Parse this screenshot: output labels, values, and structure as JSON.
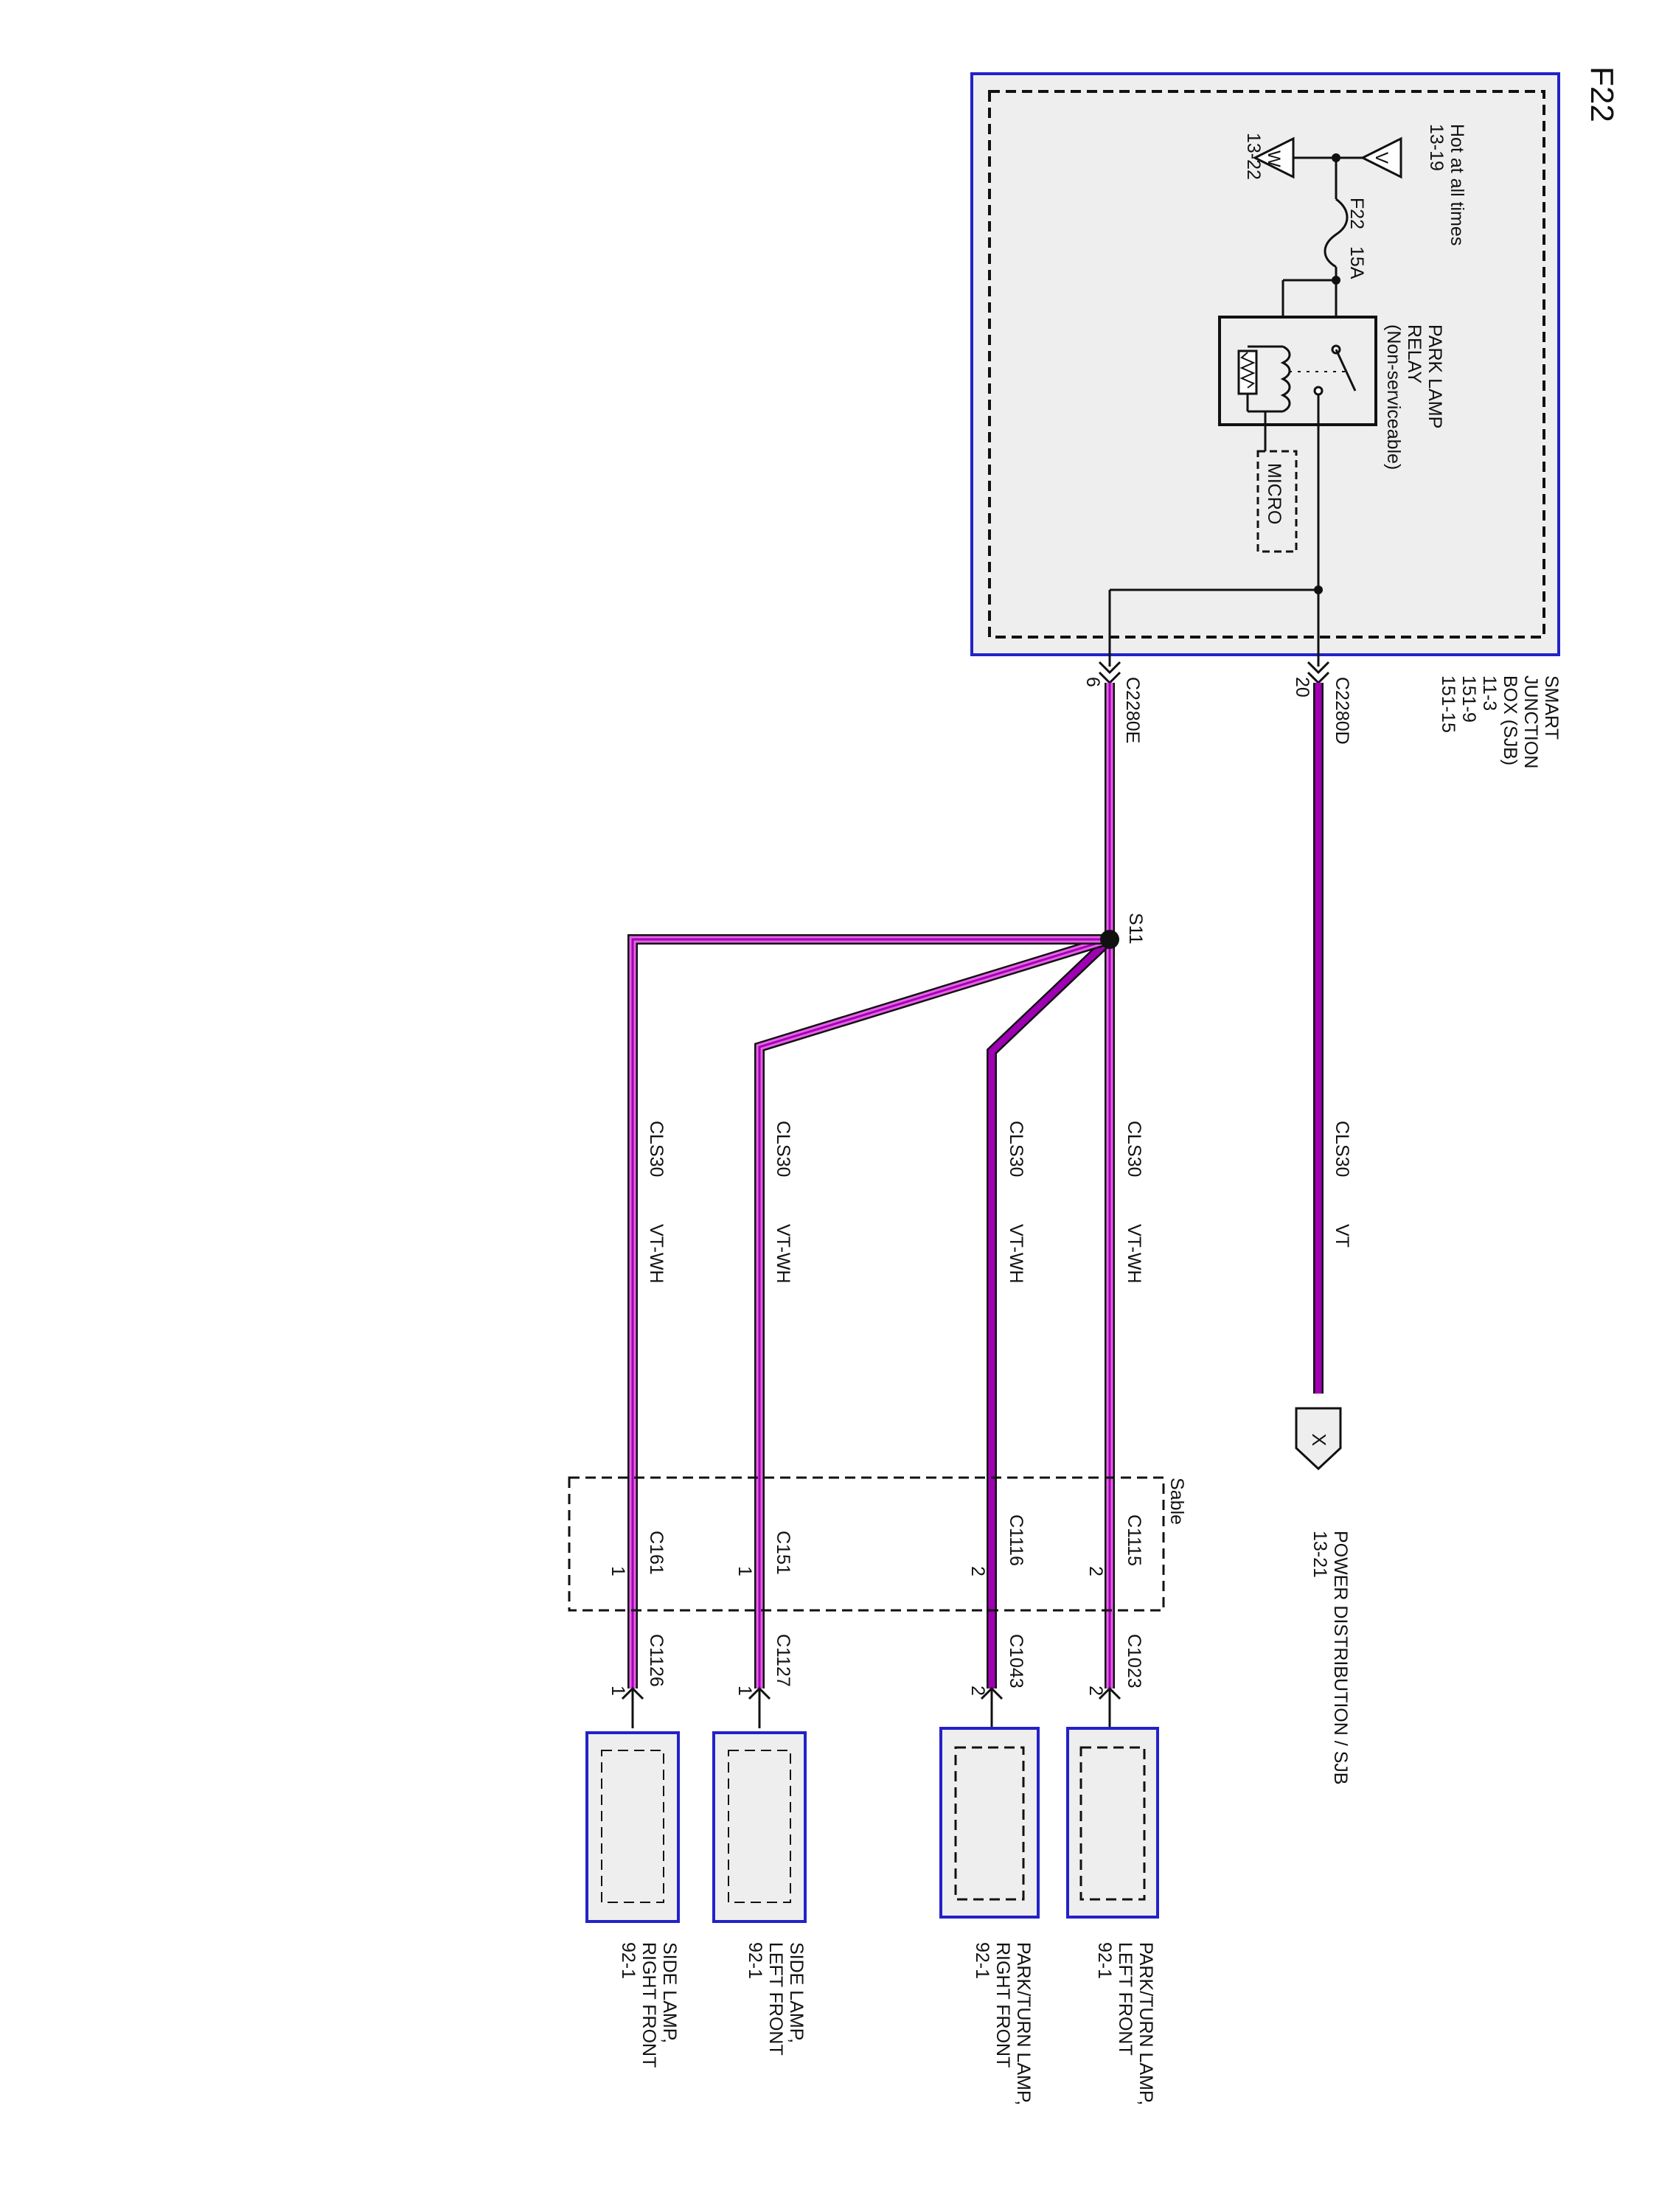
{
  "page": {
    "id": "F22"
  },
  "colors": {
    "wire_violet": "#a000b4",
    "wire_violet_white": "#e860e8",
    "component_border": "#2222c8",
    "component_fill": "#eeeeee",
    "line": "#111111"
  },
  "sjb": {
    "name_line1": "SMART",
    "name_line2": "JUNCTION",
    "name_line3": "BOX (SJB)",
    "ref1": "11-3",
    "ref2": "151-9",
    "ref3": "151-15",
    "hot_label": "Hot at all times",
    "v_ref": "13-19",
    "w_ref": "13-22",
    "v_letter": "V",
    "w_letter": "W",
    "fuse_id": "F22",
    "fuse_rating": "15A",
    "relay_line1": "PARK LAMP",
    "relay_line2": "RELAY",
    "relay_line3": "(Non-serviceable)",
    "micro": "MICRO"
  },
  "connectors": {
    "c2280d": "C2280D",
    "c2280d_pin": "20",
    "c2280e": "C2280E",
    "c2280e_pin": "6",
    "splice": "S11"
  },
  "wires": [
    {
      "circuit": "CLS30",
      "color": "VT"
    },
    {
      "circuit": "CLS30",
      "color": "VT-WH"
    },
    {
      "circuit": "CLS30",
      "color": "VT-WH"
    },
    {
      "circuit": "CLS30",
      "color": "VT-WH"
    },
    {
      "circuit": "CLS30",
      "color": "VT-WH"
    }
  ],
  "power_dist": {
    "flag": "X",
    "line1": "POWER DISTRIBUTION / SJB",
    "line2": "13-21"
  },
  "sable": {
    "label": "Sable",
    "connectors": [
      {
        "name": "C1115",
        "pin": "2"
      },
      {
        "name": "C1116",
        "pin": "2"
      },
      {
        "name": "C151",
        "pin": "1"
      },
      {
        "name": "C161",
        "pin": "1"
      }
    ]
  },
  "lamps": [
    {
      "connector": "C1023",
      "pin": "2",
      "line1": "PARK/TURN LAMP,",
      "line2": "LEFT FRONT",
      "line3": "92-1"
    },
    {
      "connector": "C1043",
      "pin": "2",
      "line1": "PARK/TURN LAMP,",
      "line2": "RIGHT FRONT",
      "line3": "92-1"
    },
    {
      "connector": "C1127",
      "pin": "1",
      "line1": "SIDE LAMP,",
      "line2": "LEFT FRONT",
      "line3": "92-1"
    },
    {
      "connector": "C1126",
      "pin": "1",
      "line1": "SIDE LAMP,",
      "line2": "RIGHT FRONT",
      "line3": "92-1"
    }
  ]
}
